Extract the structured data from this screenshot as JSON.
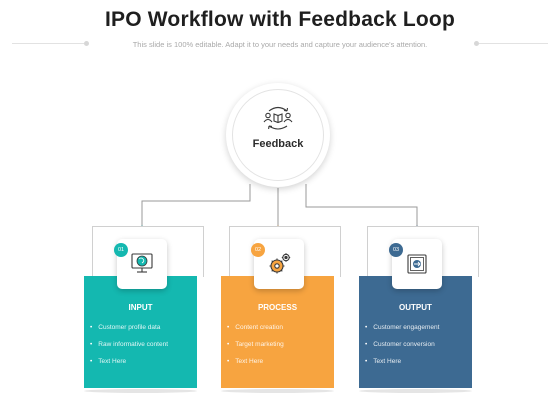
{
  "title": "IPO Workflow with Feedback Loop",
  "subtitle": "This slide is 100% editable. Adapt it to your needs and capture your audience's attention.",
  "feedback": {
    "label": "Feedback",
    "icon": "people-book-cycle-icon"
  },
  "stages": [
    {
      "number": "01",
      "title": "INPUT",
      "color": "#14b8b0",
      "icon": "monitor-globe-icon",
      "bullets": [
        "Customer profile data",
        "Raw informative content",
        "Text Here"
      ]
    },
    {
      "number": "02",
      "title": "PROCESS",
      "color": "#f7a440",
      "icon": "gears-icon",
      "bullets": [
        "Content creation",
        "Target marketing",
        "Text Here"
      ]
    },
    {
      "number": "03",
      "title": "OUTPUT",
      "color": "#3d6a92",
      "icon": "screen-output-icon",
      "bullets": [
        "Customer engagement",
        "Customer conversion",
        "Text Here"
      ]
    }
  ]
}
